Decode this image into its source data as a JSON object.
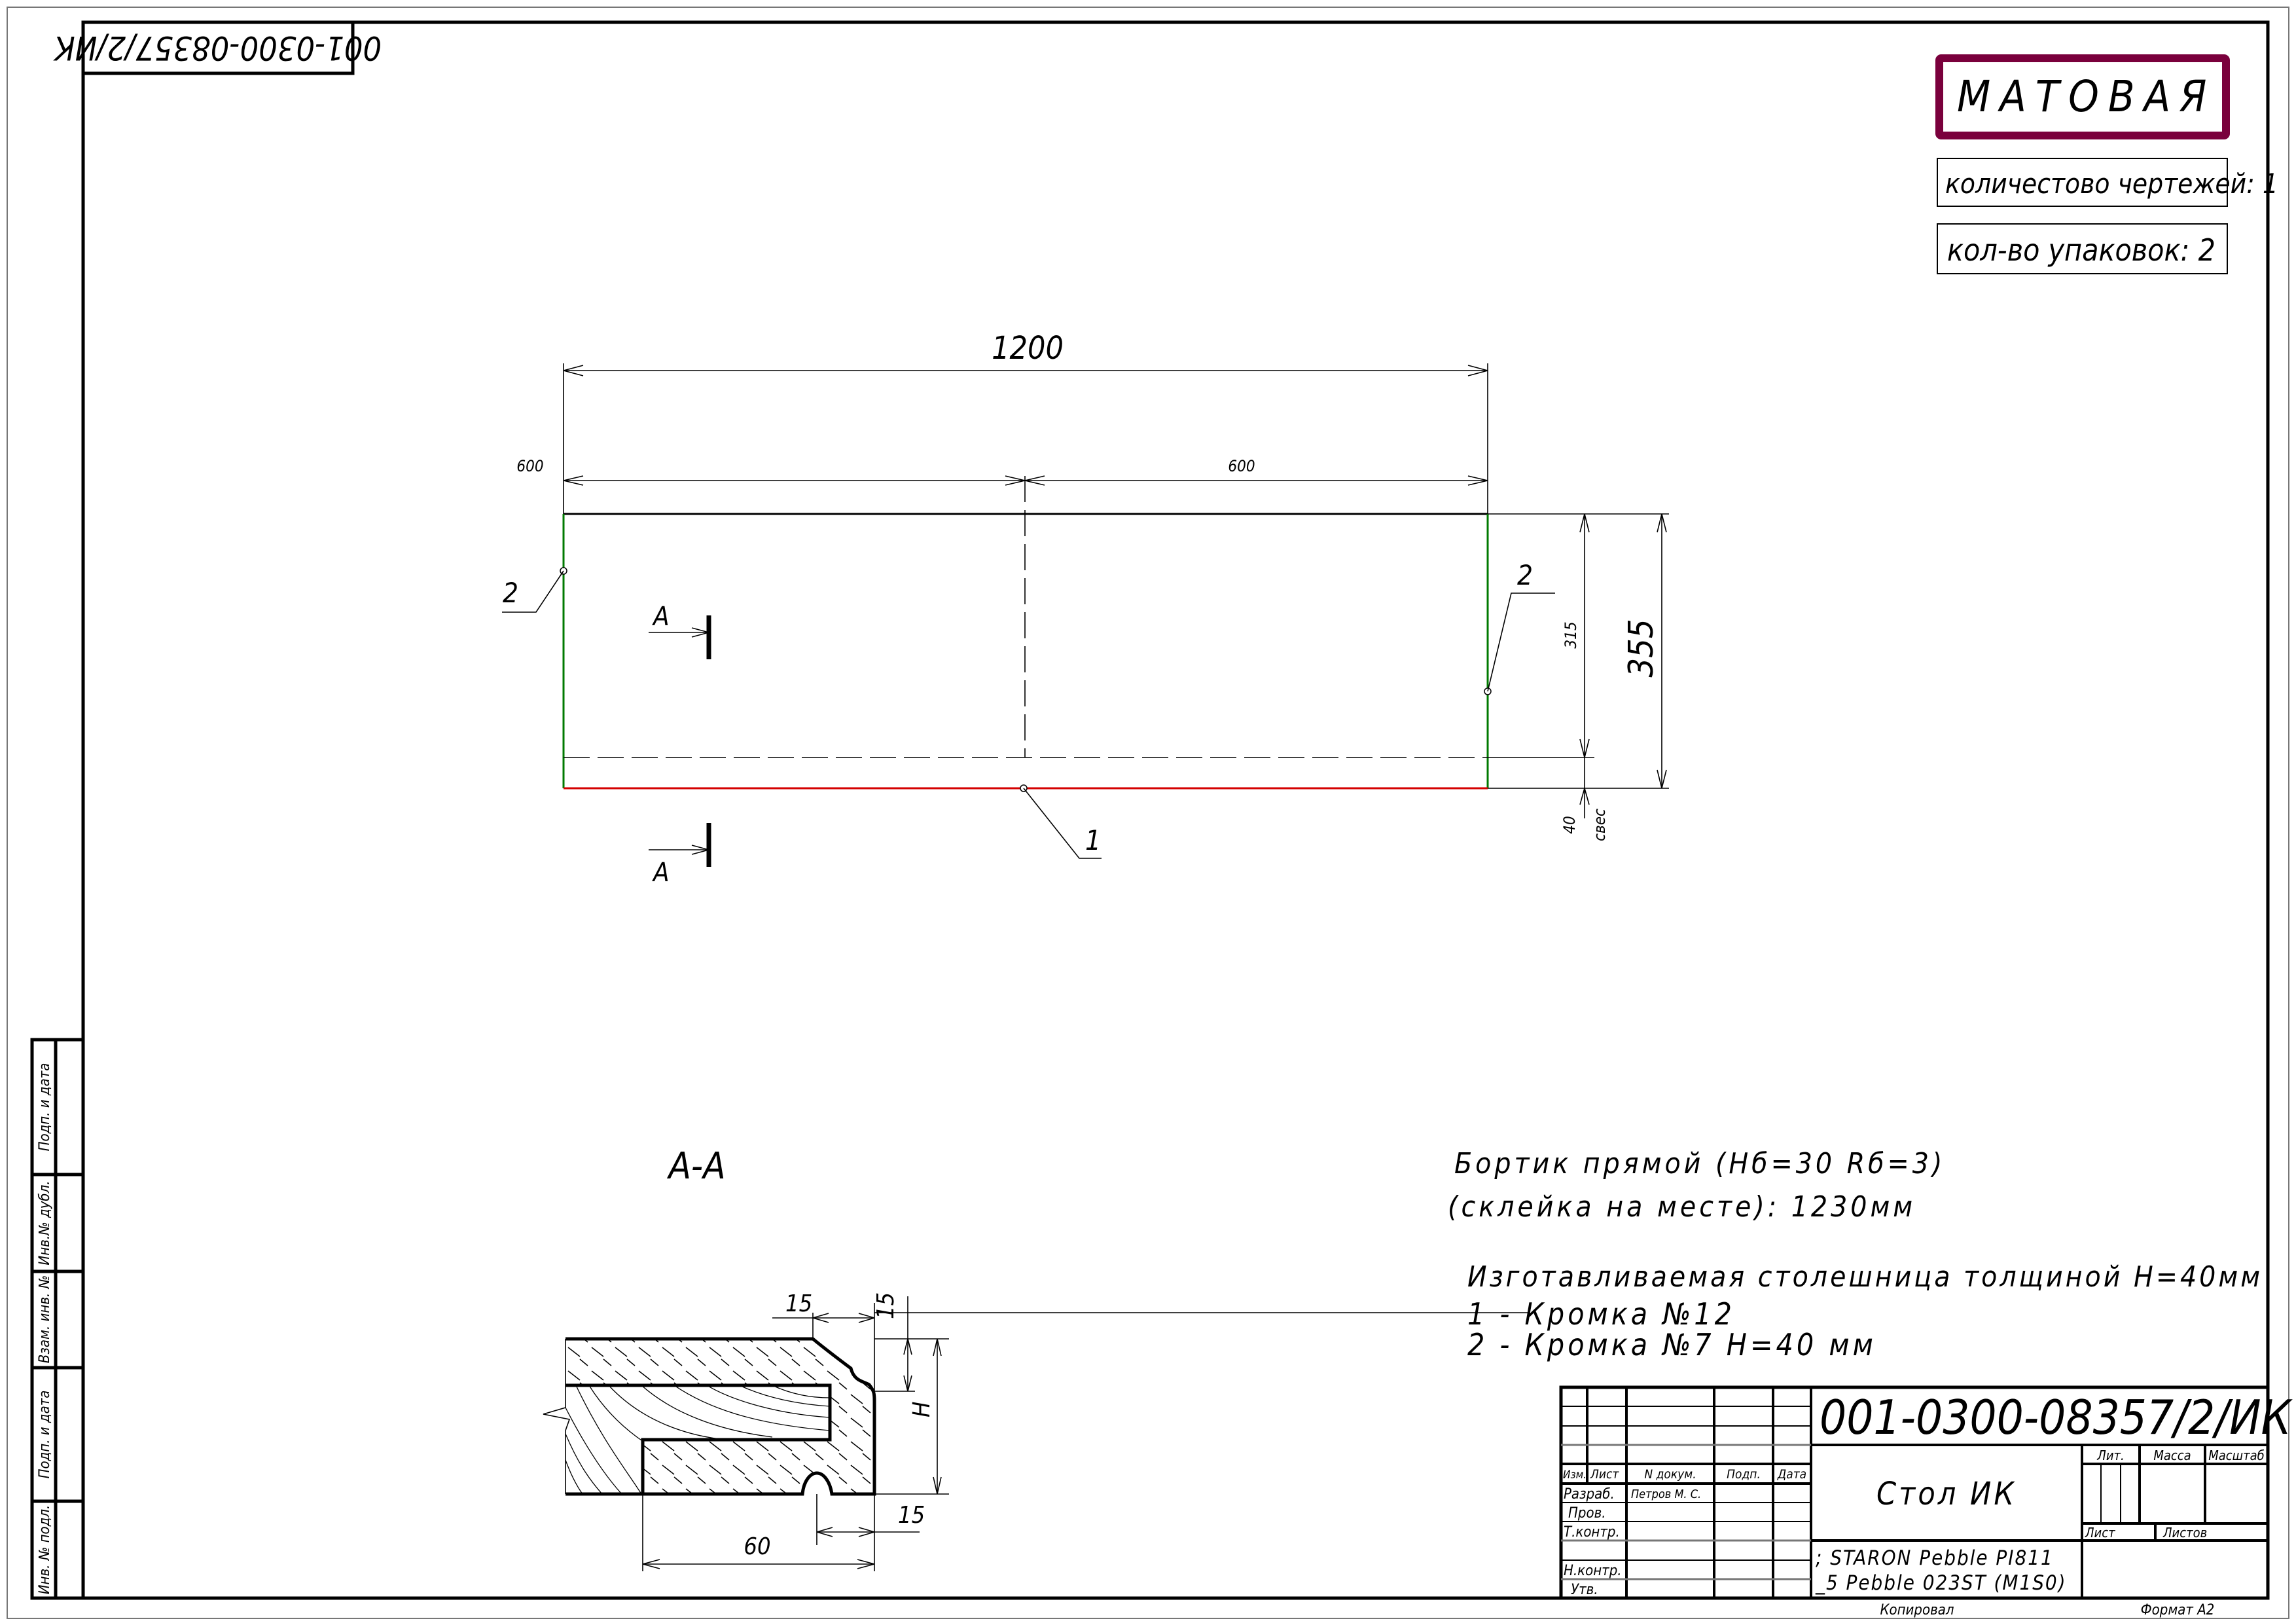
{
  "stamp_top_left": "001-0300-08357/2/ИК",
  "finish_label": "МАТОВАЯ",
  "finish_color": "#7a003c",
  "drawings_count": "количестово чертежей: 1",
  "packages_count": "кол-во упаковок: 2",
  "edge_colors": {
    "edge1": "#d40000",
    "edge2": "#007a00"
  },
  "plan": {
    "dim_total_length": "1200",
    "dim_left_half": "600",
    "dim_right_half": "600",
    "dim_width": "315",
    "dim_total_width": "355",
    "dim_overhang": "40",
    "overhang_label": "свес",
    "leader_left": "2",
    "leader_right": "2",
    "leader_bottom": "1",
    "section_mark_top": "А",
    "section_mark_bottom": "А"
  },
  "section": {
    "title": "А-А",
    "dim_top": "15",
    "dim_side": "15",
    "dim_height": "H",
    "dim_groove": "15",
    "dim_width": "60"
  },
  "notes": {
    "line1": "Бортик прямой (Нб=30 Rб=3)",
    "line2": "(склейка на месте): 1230мм",
    "line3": "Изготавливаемая столешница толщиной H=40мм",
    "line4": "1 - Кромка №12",
    "line5": "2 - Кромка №7 Н=40 мм"
  },
  "side_strip": [
    "Подп. и дата",
    "Инв.№ дубл.",
    "Взам. инв. №",
    "Подп. и дата",
    "Инв. № подл."
  ],
  "title_block": {
    "doc_number": "001-0300-08357/2/ИК",
    "name": "Стол ИК",
    "material_line1": "; STARON Pebble PI811",
    "material_line2": "_5 Pebble 023ST (M1S0)",
    "col_headers": [
      "Изм.",
      "Лист",
      "N докум.",
      "Подп.",
      "Дата"
    ],
    "roles": [
      "Разраб.",
      "Пров.",
      "Т.контр.",
      "",
      "Н.контр.",
      "Утв."
    ],
    "developer": "Петров М. С.",
    "lit": "Лит.",
    "mass": "Масса",
    "scale": "Масштаб",
    "sheet": "Лист",
    "sheets": "Листов",
    "copied": "Копировал",
    "format": "Формат А2"
  }
}
